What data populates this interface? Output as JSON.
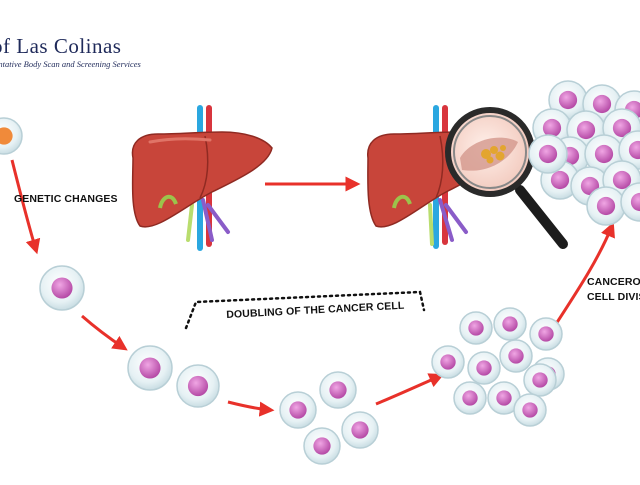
{
  "logo": {
    "title": "of Las Colinas",
    "subtitle": "...ntative Body Scan and Screening Services"
  },
  "labels": {
    "genetic_changes": "GENETIC CHANGES",
    "doubling": "DOUBLING OF THE CANCER CELL",
    "cancerous_1": "CANCEROUS",
    "cancerous_2": "CELL DIVISION"
  },
  "colors": {
    "arrow": "#e8312a",
    "liver": "#c8453a",
    "cell_body": "#eaf3f6",
    "nucleus": "#d06ac0"
  }
}
